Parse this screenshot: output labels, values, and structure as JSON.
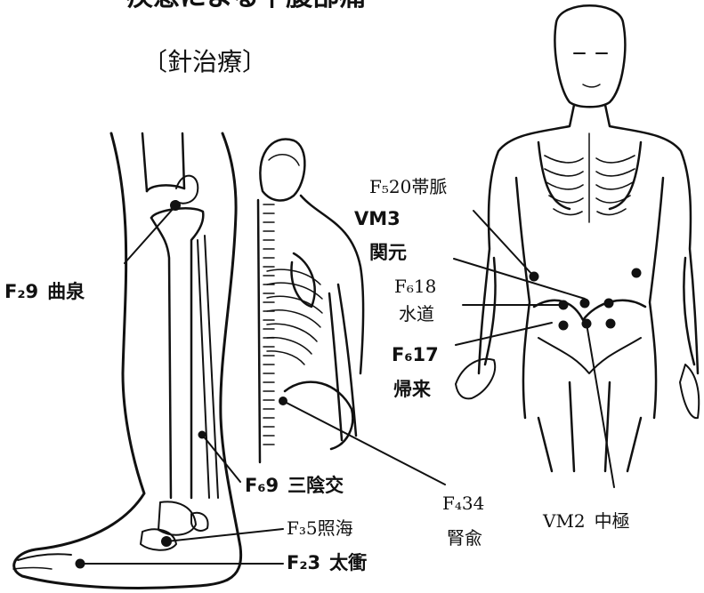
{
  "title": "疾患による下腹部痛",
  "subtitle": "〔針治療〕",
  "points": {
    "f2_9": {
      "code": "F₂9",
      "name": "曲泉"
    },
    "f6_9": {
      "code": "F₆9",
      "name": "三陰交"
    },
    "f3_5": {
      "code": "F₃5",
      "name": "照海"
    },
    "f2_3": {
      "code": "F₂3",
      "name": "太衝"
    },
    "f4_34": {
      "code": "F₄34",
      "name": "腎兪"
    },
    "f5_20": {
      "code": "F₅20",
      "name": "帯脈"
    },
    "vm3": {
      "code": "VM3",
      "name": "関元"
    },
    "f6_18": {
      "code": "F₆18",
      "name": "水道"
    },
    "f6_17": {
      "code": "F₆17",
      "name": "帰来"
    },
    "vm2": {
      "code": "VM2",
      "name": "中極"
    }
  },
  "colors": {
    "ink": "#111111",
    "background": "#ffffff"
  }
}
